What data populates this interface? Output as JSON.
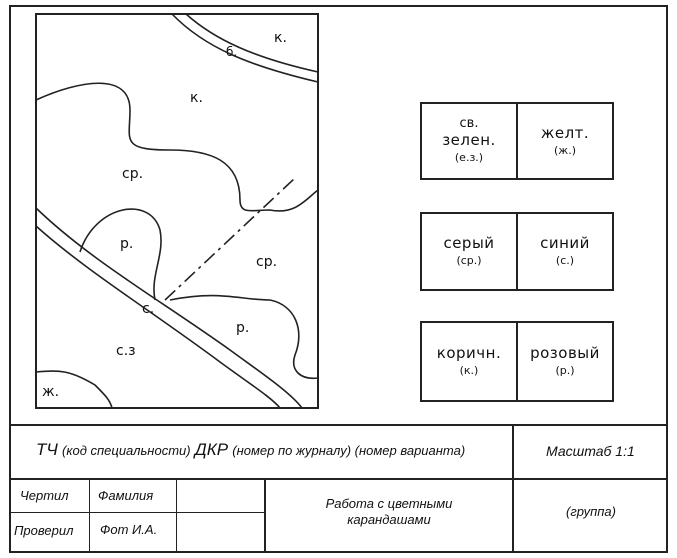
{
  "map": {
    "labels": {
      "k_top": "к.",
      "b": "б.",
      "k_mid": "к.",
      "sr_left": "ср.",
      "r_left": "р.",
      "sr_right": "ср.",
      "s": "с.",
      "r_bottom": "р.",
      "sz": "с.з",
      "zh": "ж."
    }
  },
  "legend": [
    {
      "left": {
        "line1": "св.",
        "line2": "зелен.",
        "code": "(е.з.)"
      },
      "right": {
        "line1": "",
        "line2": "желт.",
        "code": "(ж.)"
      }
    },
    {
      "left": {
        "line1": "",
        "line2": "серый",
        "code": "(ср.)"
      },
      "right": {
        "line1": "",
        "line2": "синий",
        "code": "(с.)"
      }
    },
    {
      "left": {
        "line1": "",
        "line2": "коричн.",
        "code": "(к.)"
      },
      "right": {
        "line1": "",
        "line2": "розовый",
        "code": "(р.)"
      }
    }
  ],
  "title_block": {
    "heading_tch": "ТЧ",
    "heading_spec": "(код специальности)",
    "heading_dkr": "ДКР",
    "heading_rest": "(номер по журналу) (номер варианта)",
    "scale": "Масштаб 1:1",
    "drew": "Чертил",
    "checked": "Проверил",
    "surname": "Фамилия",
    "checker": "Фот И.А.",
    "work_title_1": "Работа с цветными",
    "work_title_2": "карандашами",
    "group": "(группа)"
  }
}
